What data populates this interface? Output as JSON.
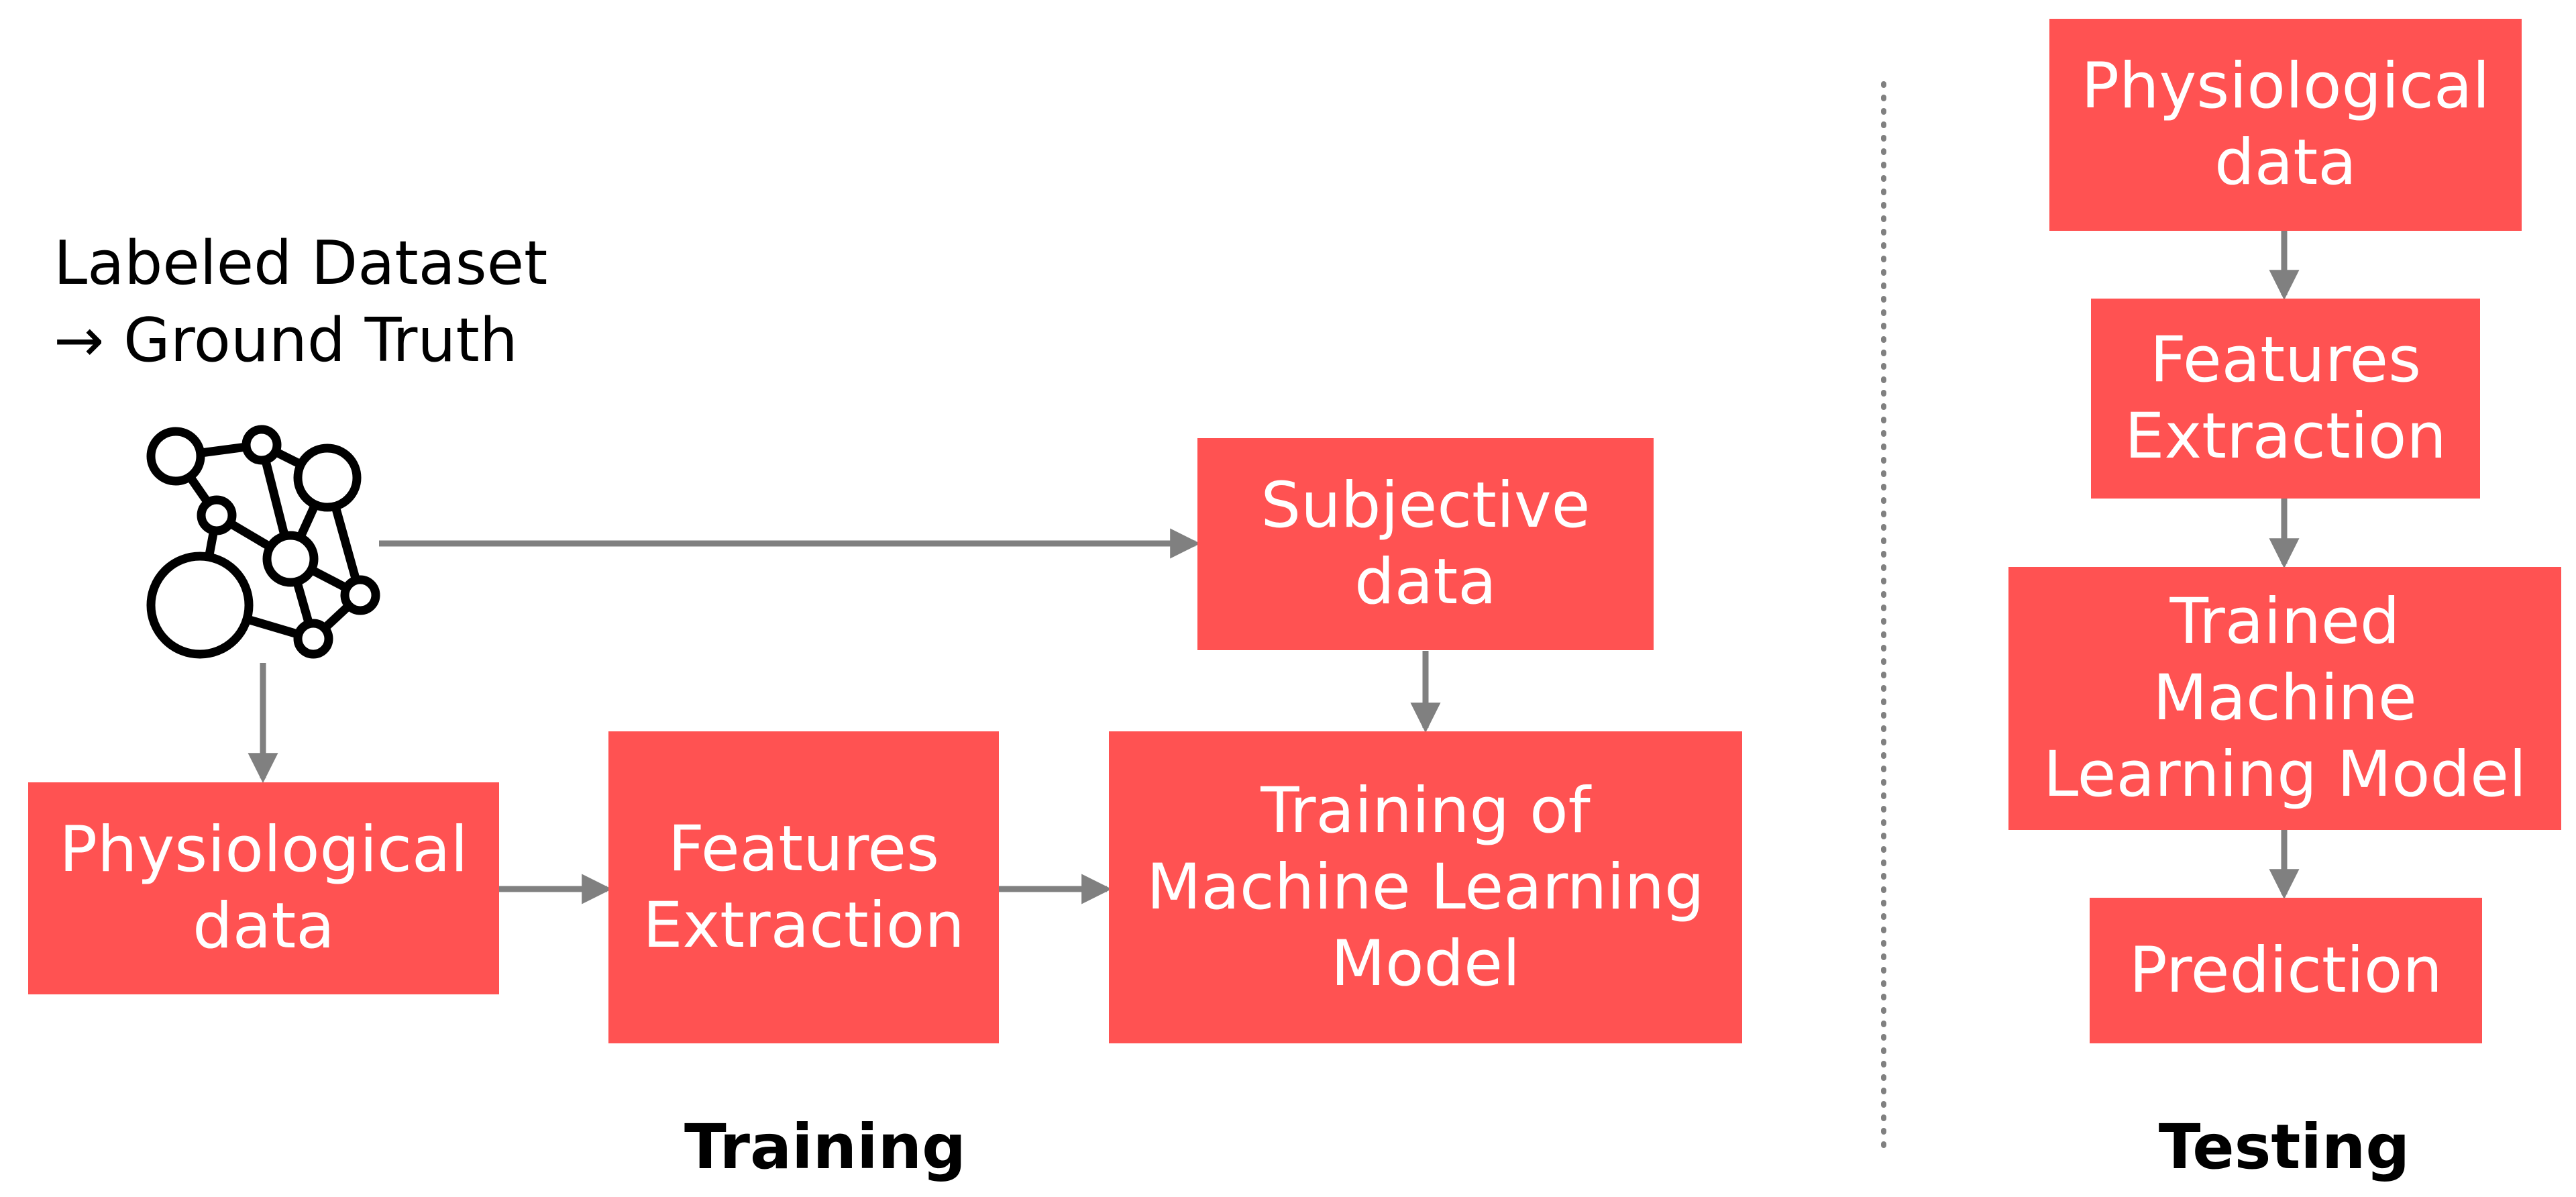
{
  "dataset": {
    "label": "Labeled Dataset\n→ Ground Truth",
    "icon": "network-graph-icon"
  },
  "training": {
    "title": "Training",
    "subjective_data": "Subjective\ndata",
    "physiological_data": "Physiological\ndata",
    "features_extraction": "Features\nExtraction",
    "training_model": "Training of\nMachine Learning\nModel"
  },
  "testing": {
    "title": "Testing",
    "physiological_data": "Physiological\ndata",
    "features_extraction": "Features\nExtraction",
    "trained_model": "Trained\nMachine\nLearning Model",
    "prediction": "Prediction"
  },
  "colors": {
    "box_fill": "#ff5252",
    "box_text": "#ffffff",
    "arrow": "#808080",
    "separator": "#808080"
  }
}
